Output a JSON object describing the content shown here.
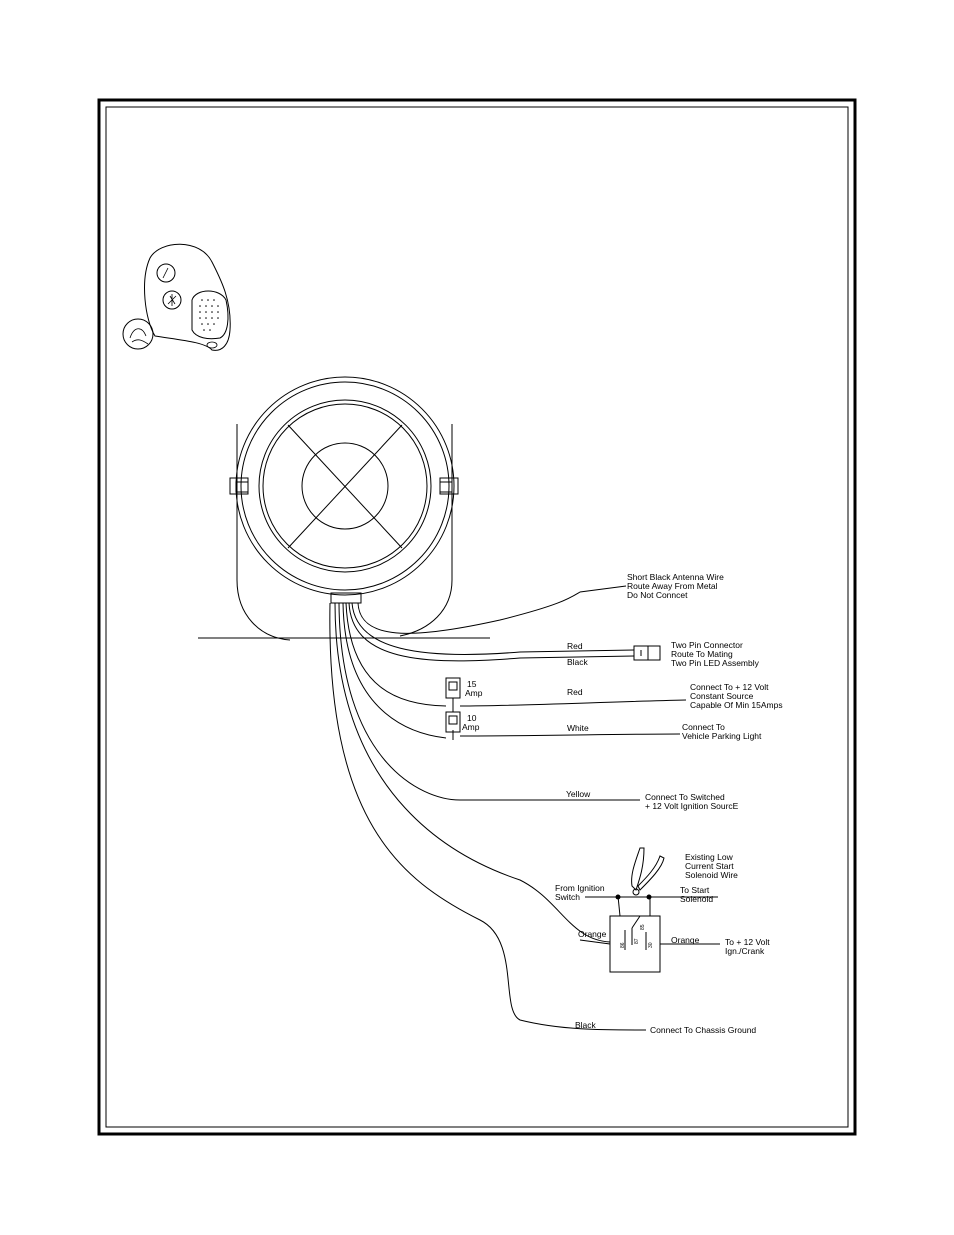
{
  "labels": {
    "antenna": [
      "Short Black Antenna Wire",
      "Route Away From Metal",
      "Do Not Conncet"
    ],
    "red_wire_1": "Red",
    "black_wire_1": "Black",
    "two_pin": [
      "Two Pin Connector",
      "Route To Mating",
      "Two Pin LED Assembly"
    ],
    "fuse_15": [
      "15",
      "Amp"
    ],
    "red_wire_2": "Red",
    "constant": [
      "Connect To + 12 Volt",
      "Constant Source",
      "Capable Of Min 15Amps"
    ],
    "fuse_10": [
      "10",
      "Amp"
    ],
    "white_wire": "White",
    "parking": [
      "Connect To",
      "Vehicle Parking Light"
    ],
    "yellow_wire": "Yellow",
    "ignition": [
      "Connect To Switched",
      "+ 12 Volt Ignition SourcE"
    ],
    "solenoid_existing": [
      "Existing Low",
      "Current Start",
      "Solenoid Wire"
    ],
    "from_ignition": [
      "From Ignition",
      "Switch"
    ],
    "to_start": [
      "To Start",
      "Solenoid"
    ],
    "orange_left": "Orange",
    "orange_right": "Orange",
    "to_12v_crank": [
      "To + 12 Volt",
      "Ign./Crank"
    ],
    "relay_pins": [
      "86",
      "85",
      "87",
      "30"
    ],
    "black_ground_wire": "Black",
    "chassis_ground": "Connect To Chassis Ground"
  }
}
